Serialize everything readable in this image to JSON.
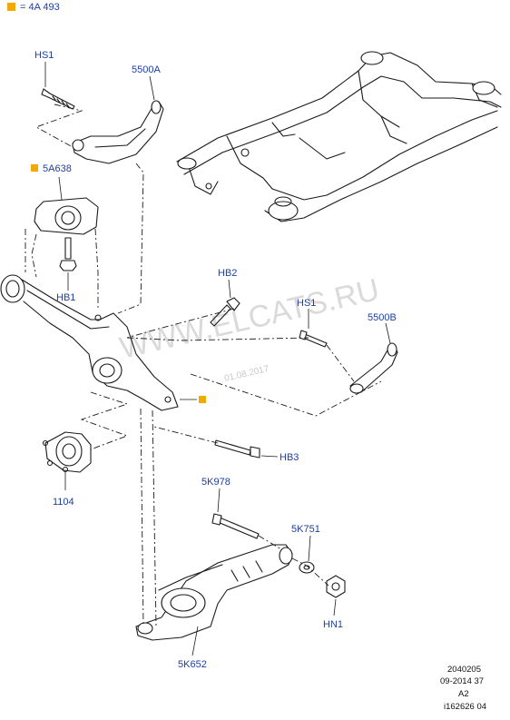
{
  "legend": {
    "marker_color": "#f2a900",
    "text": "= 4A 493"
  },
  "labels": {
    "hs1_top": "HS1",
    "p5500a": "5500A",
    "p5a638": "5A638",
    "hb1": "HB1",
    "hb2": "HB2",
    "hs1_right": "HS1",
    "p5500b": "5500B",
    "hb3": "HB3",
    "p1104": "1104",
    "p5k978": "5K978",
    "p5k751": "5K751",
    "hn1": "HN1",
    "p5k652": "5K652"
  },
  "watermark": {
    "site": "WWW.ELCATS.RU",
    "date": "01.08.2017"
  },
  "reference": {
    "line1": "2040205",
    "line2": "09-2014 37",
    "line3": "A2",
    "line4": "i162626 04"
  },
  "colors": {
    "label_blue": "#1f3fa0",
    "marker_orange": "#f2a900",
    "line": "#1a1a1a"
  }
}
